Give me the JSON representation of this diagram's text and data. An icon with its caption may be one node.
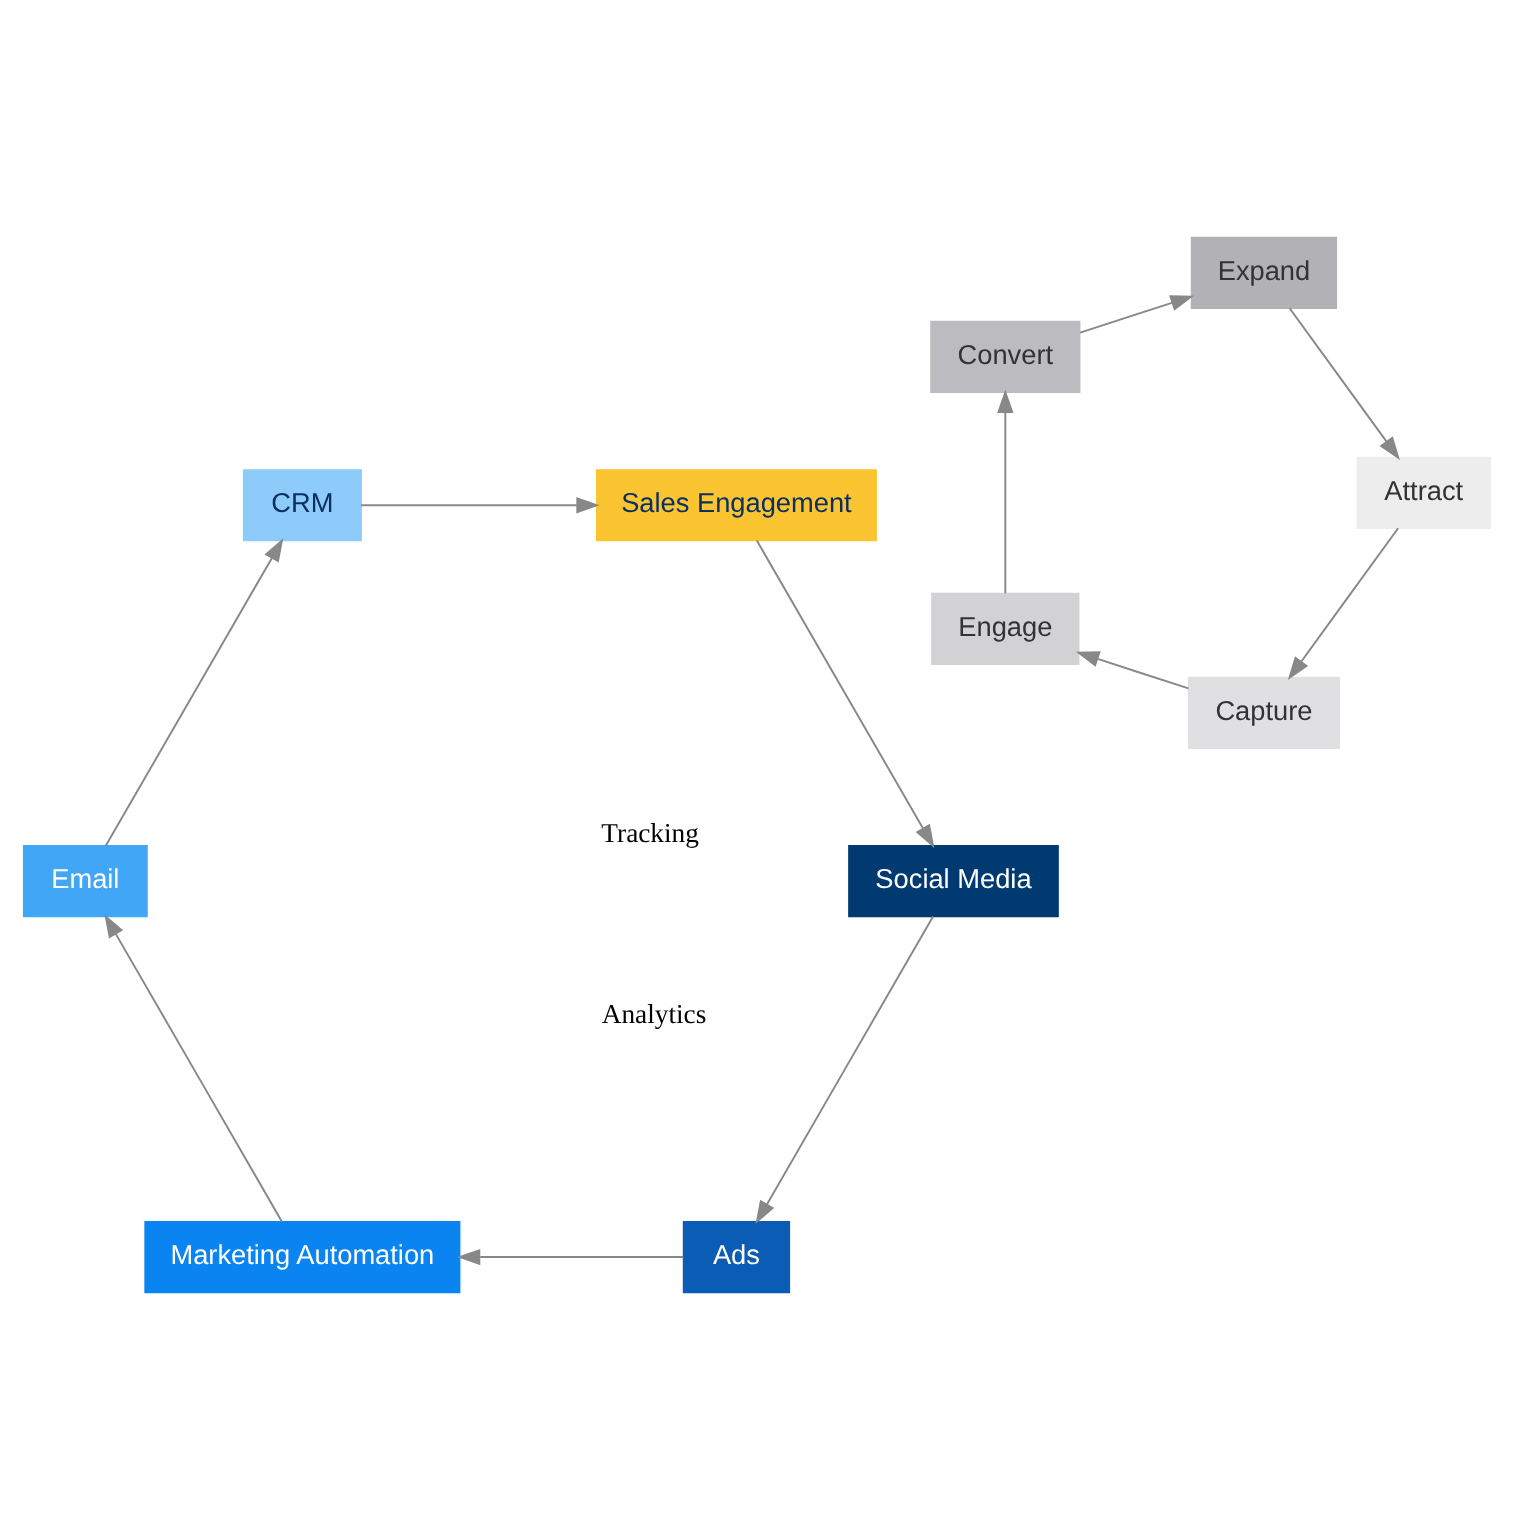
{
  "diagram": {
    "nodes": [
      {
        "text": [
          "Capture"
        ]
      },
      {
        "text": [
          "Engage"
        ]
      },
      {
        "text": [
          "Convert"
        ]
      },
      {
        "text": [
          "Expand"
        ]
      },
      {
        "text": [
          "Attract"
        ]
      },
      {
        "text": [
          "Ads"
        ]
      },
      {
        "text": [
          "Marketing Automation"
        ]
      },
      {
        "text": [
          "Email"
        ]
      },
      {
        "text": [
          "CRM"
        ]
      },
      {
        "text": [
          "Sales Engagement"
        ]
      },
      {
        "text": [
          "Social Media"
        ]
      }
    ],
    "edges": [
      {
        "from": 0,
        "to": 1,
        "arrow": "to"
      },
      {
        "from": 1,
        "to": 2,
        "arrow": "to"
      },
      {
        "from": 2,
        "to": 3,
        "arrow": "to"
      },
      {
        "from": 3,
        "to": 4,
        "arrow": "to"
      },
      {
        "from": 4,
        "to": 0,
        "arrow": "to"
      },
      {
        "from": 5,
        "to": 6,
        "arrow": "to"
      },
      {
        "from": 6,
        "to": 7,
        "arrow": "to"
      },
      {
        "from": 7,
        "to": 8,
        "arrow": "to"
      },
      {
        "from": 8,
        "to": 9,
        "arrow": "to"
      },
      {
        "from": 9,
        "to": 10,
        "arrow": "to"
      },
      {
        "from": 10,
        "to": 5,
        "arrow": "to"
      }
    ],
    "labels": [
      "Tracking",
      "Analytics"
    ]
  }
}
